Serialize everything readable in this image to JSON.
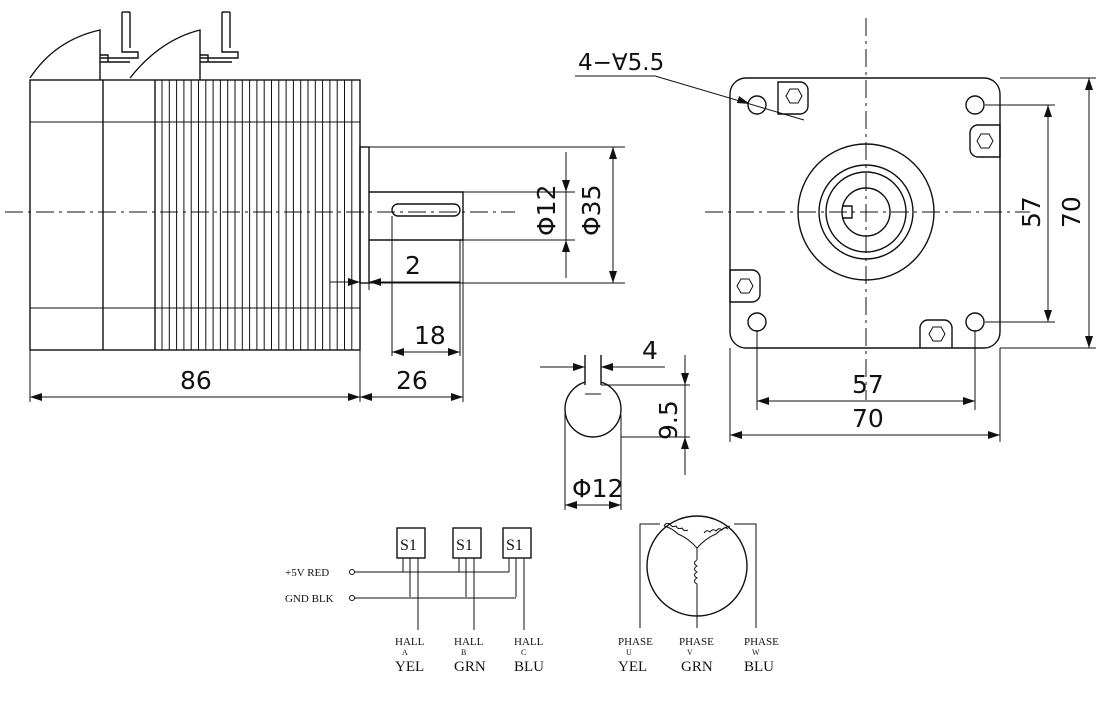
{
  "dimensions": {
    "holes": "4−∀5.5",
    "shaft_dia": "Φ12",
    "boss_dia": "Φ35",
    "shoulder": "2",
    "key_len": "18",
    "shaft_len": "26",
    "body_len": "86",
    "key_width": "4",
    "flat_depth": "9.5",
    "shaft_section_dia": "Φ12",
    "hole_pitch_h": "57",
    "flange_h": "70",
    "hole_pitch_v": "57",
    "flange_v": "70"
  },
  "hall": {
    "sensor_label": "S1",
    "vcc": "+5V RED",
    "gnd": "GND BLK",
    "sensors": [
      {
        "name": "HALL",
        "sub": "A",
        "color": "YEL"
      },
      {
        "name": "HALL",
        "sub": "B",
        "color": "GRN"
      },
      {
        "name": "HALL",
        "sub": "C",
        "color": "BLU"
      }
    ]
  },
  "phases": [
    {
      "name": "PHASE",
      "sub": "U",
      "color": "YEL"
    },
    {
      "name": "PHASE",
      "sub": "V",
      "color": "GRN"
    },
    {
      "name": "PHASE",
      "sub": "W",
      "color": "BLU"
    }
  ]
}
